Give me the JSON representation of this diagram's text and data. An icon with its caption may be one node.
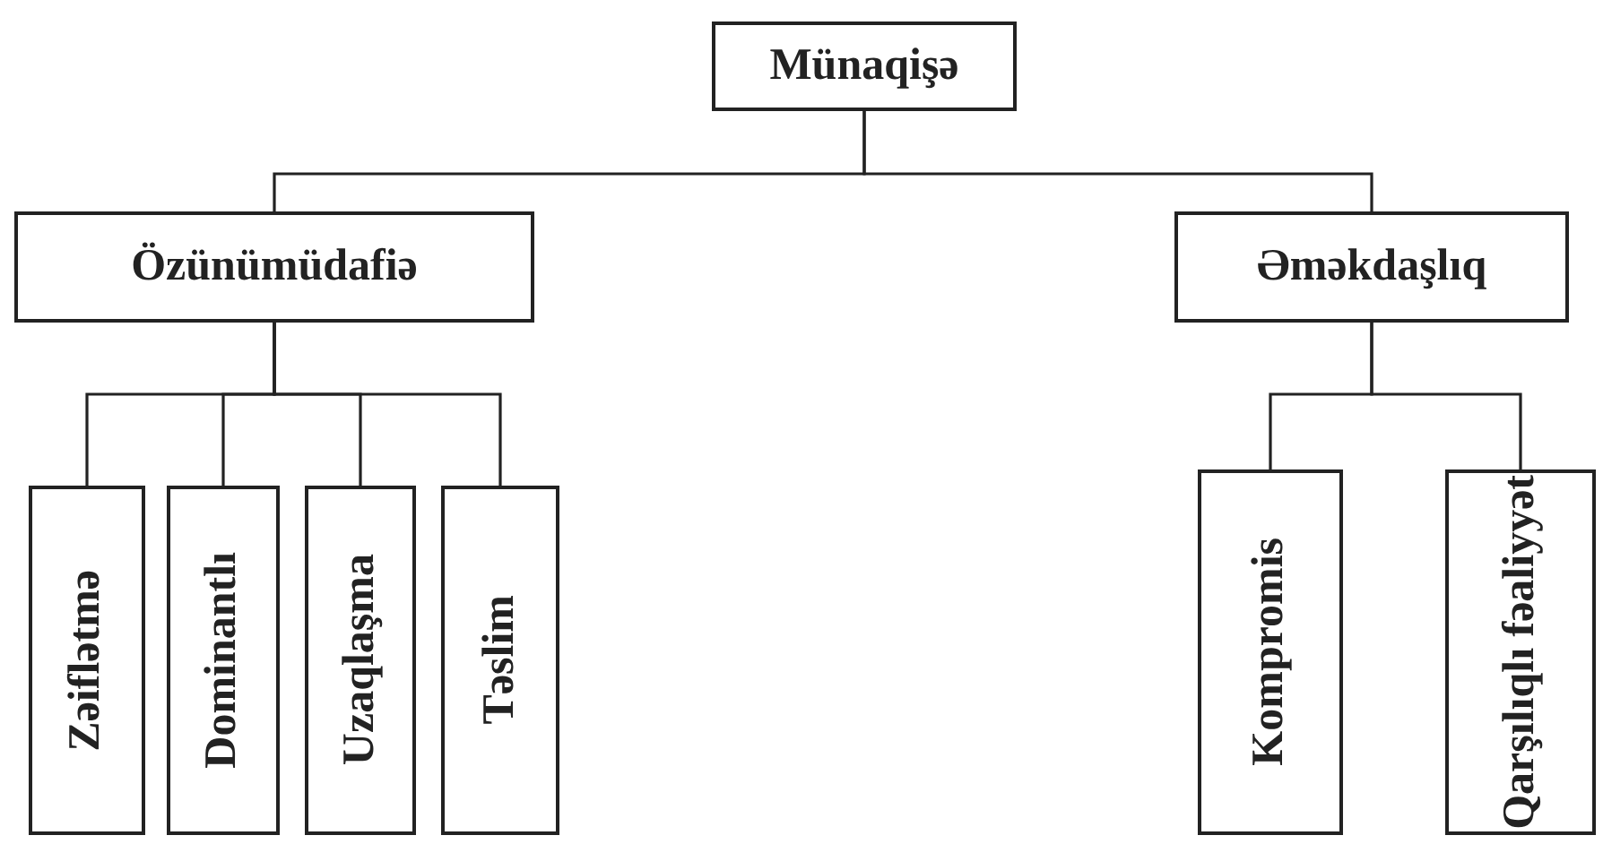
{
  "diagram": {
    "nodes": [
      {
        "text": [
          "Münaqişə"
        ]
      },
      {
        "text": [
          "Özünümüdafiə"
        ]
      },
      {
        "text": [
          "Əməkdaşlıq"
        ]
      },
      {
        "text": [
          "Zəiflətmə"
        ]
      },
      {
        "text": [
          "Dominantlı"
        ]
      },
      {
        "text": [
          "Uzaqlaşma"
        ]
      },
      {
        "text": [
          "Təslim"
        ]
      },
      {
        "text": [
          "Kompromis"
        ]
      },
      {
        "text": [
          "Qarşılıqlı fəaliyyət"
        ]
      }
    ],
    "edges": [
      {
        "from": 0,
        "to": 1,
        "arrow": "none"
      },
      {
        "from": 0,
        "to": 2,
        "arrow": "none"
      },
      {
        "from": 1,
        "to": 3,
        "arrow": "none"
      },
      {
        "from": 1,
        "to": 4,
        "arrow": "none"
      },
      {
        "from": 1,
        "to": 5,
        "arrow": "none"
      },
      {
        "from": 1,
        "to": 6,
        "arrow": "none"
      },
      {
        "from": 2,
        "to": 7,
        "arrow": "none"
      },
      {
        "from": 2,
        "to": 8,
        "arrow": "none"
      }
    ]
  }
}
